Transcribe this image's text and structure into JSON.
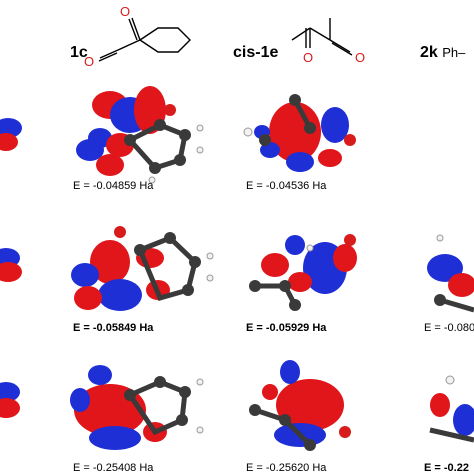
{
  "columns": [
    {
      "id": "1c",
      "label": "1c"
    },
    {
      "id": "1e",
      "prefix": "cis-",
      "label": "1e"
    },
    {
      "id": "2k",
      "label": "2k",
      "suffix": "Ph–"
    }
  ],
  "energies": {
    "r1c1": "E = -0.04859 Ha",
    "r1c2": "E = -0.04536 Ha",
    "r2c1": "E = -0.05849 Ha",
    "r2c2": "E = -0.05929 Ha",
    "r2c3": "E = -0.080",
    "r3c1": "E = -0.25408 Ha",
    "r3c2": "E = -0.25620 Ha",
    "r3c3": "E = -0.22"
  },
  "colors": {
    "lobe_red": "#e0161b",
    "lobe_blue": "#1f2fd6",
    "carbon": "#3a3a3a",
    "hydrogen": "#f2f2f2",
    "oxygen": "#d81c1c"
  }
}
